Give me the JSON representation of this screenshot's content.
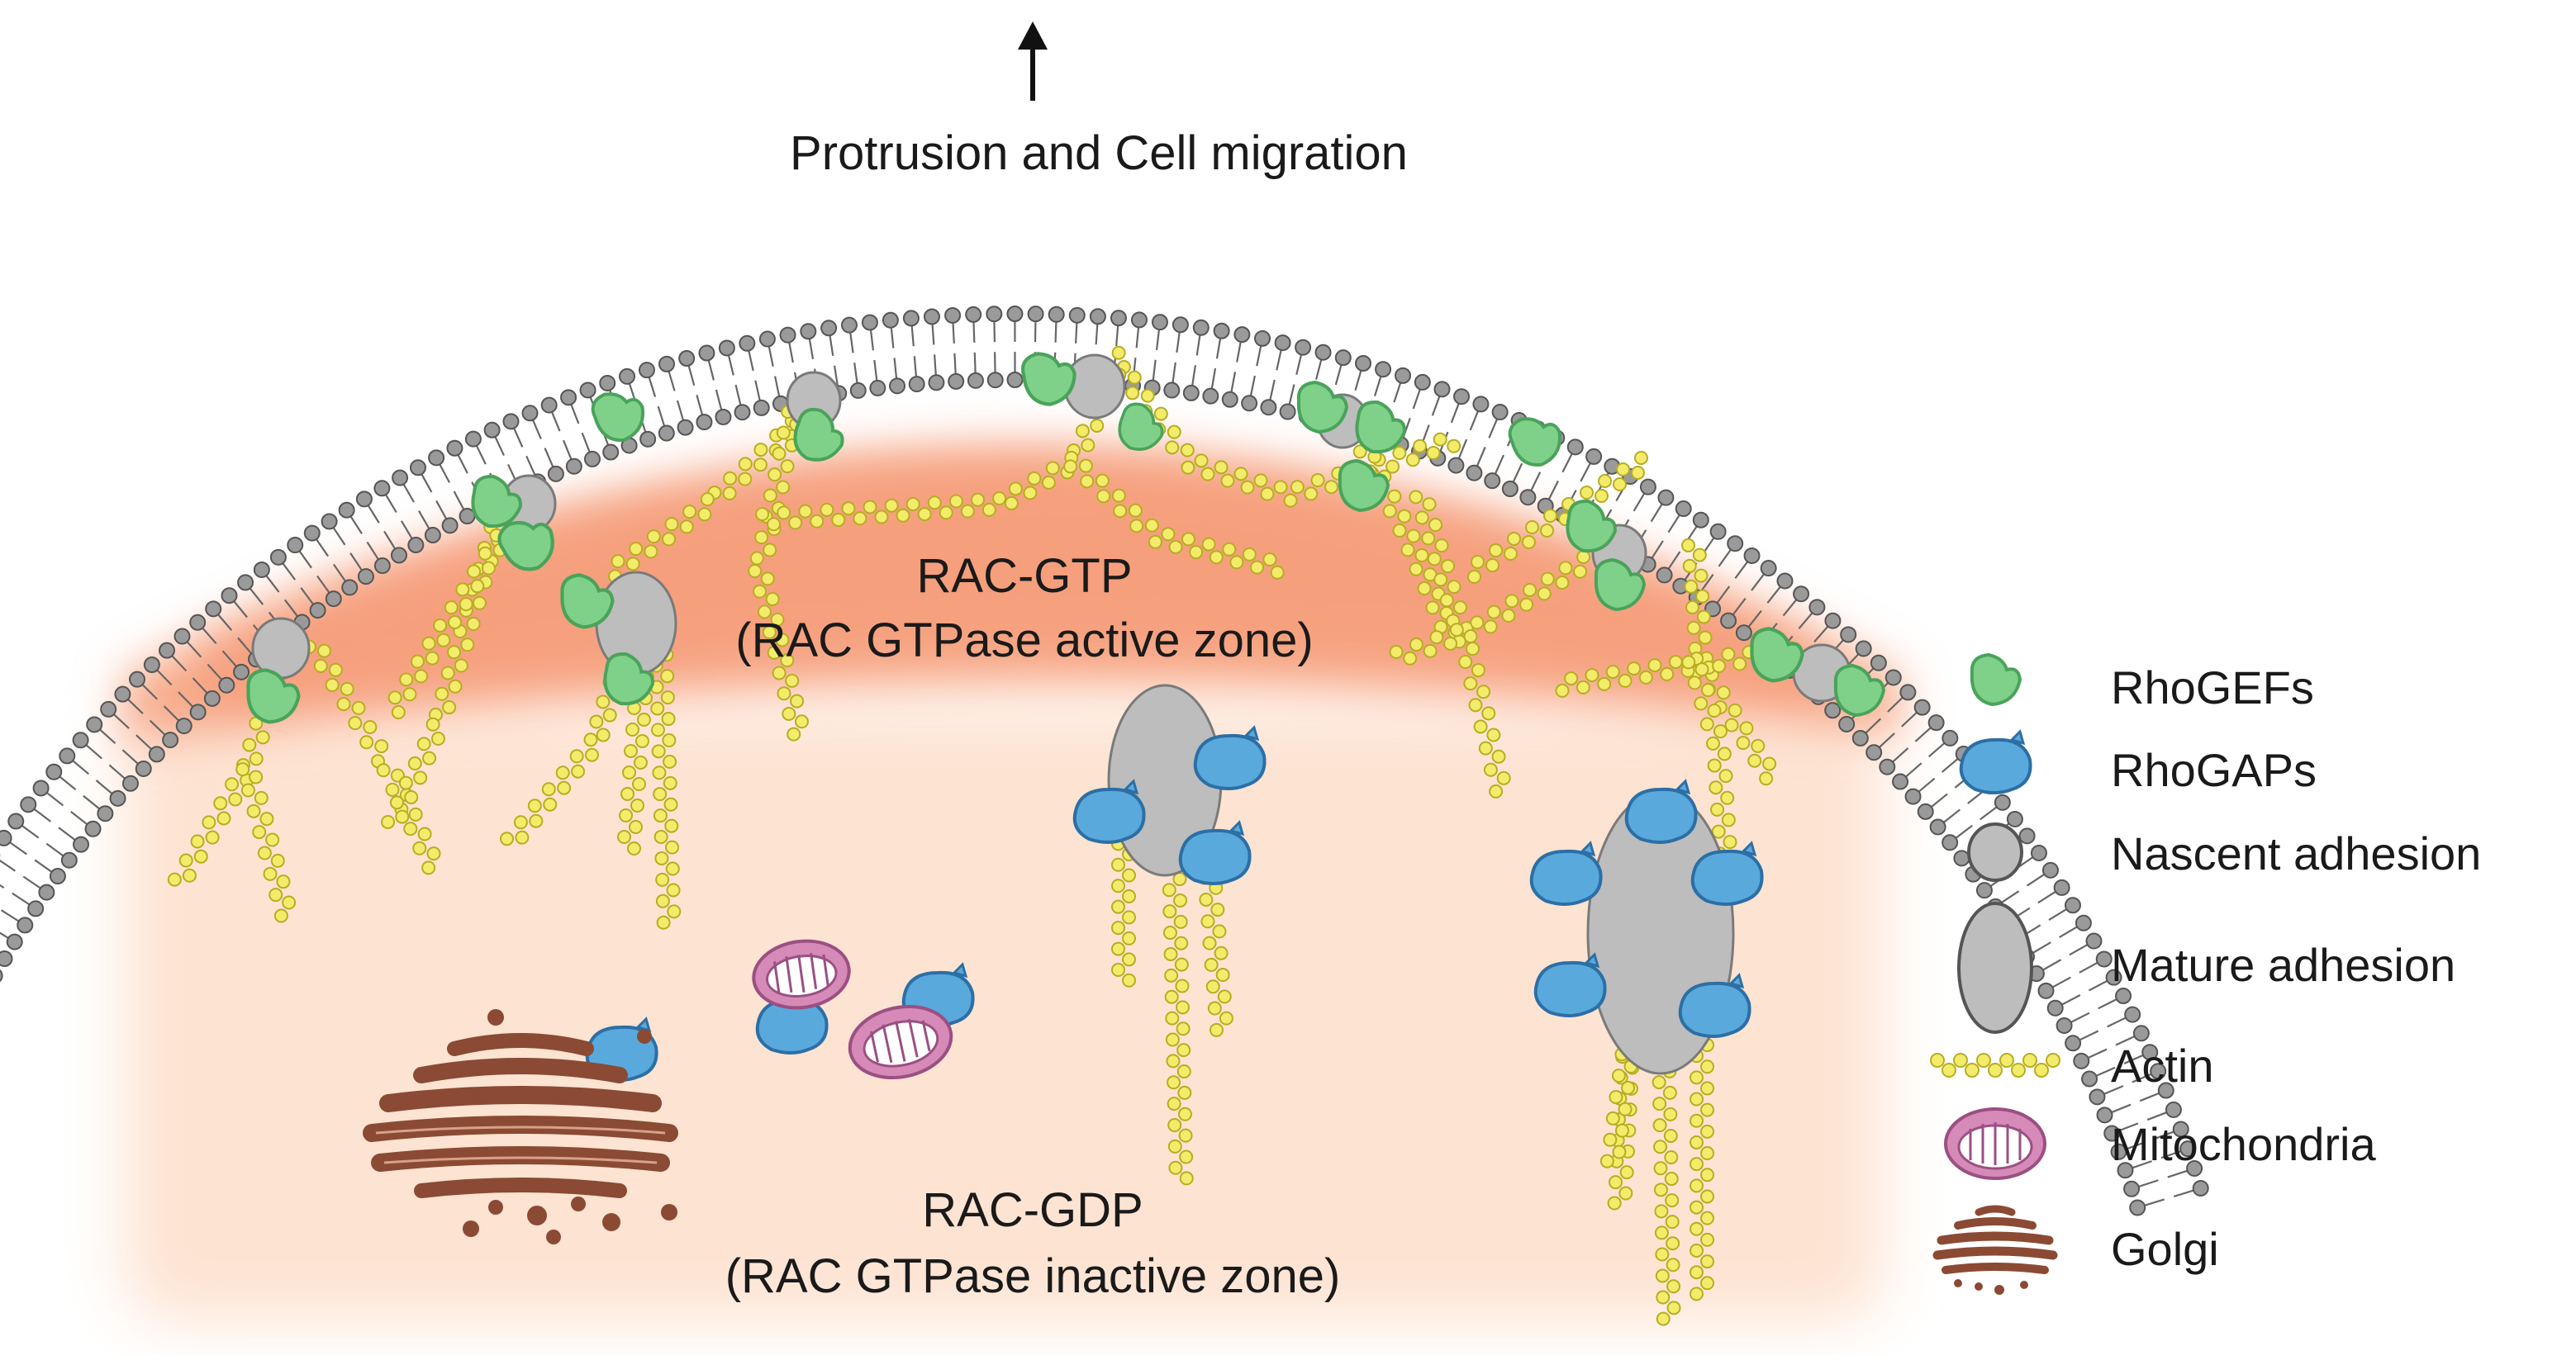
{
  "header": {
    "title": "Protrusion and Cell migration"
  },
  "zones": {
    "active_line1": "RAC-GTP",
    "active_line2": "(RAC GTPase active zone)",
    "inactive_line1": "RAC-GDP",
    "inactive_line2": "(RAC GTPase inactive zone)"
  },
  "legend": {
    "items": [
      {
        "label": "RhoGEFs",
        "icon": "rhogef-icon"
      },
      {
        "label": "RhoGAPs",
        "icon": "rhogap-icon"
      },
      {
        "label": "Nascent adhesion",
        "icon": "nascent-adhesion-icon"
      },
      {
        "label": "Mature adhesion",
        "icon": "mature-adhesion-icon"
      },
      {
        "label": "Actin",
        "icon": "actin-icon"
      },
      {
        "label": "Mitochondria",
        "icon": "mitochondria-icon"
      },
      {
        "label": "Golgi",
        "icon": "golgi-icon"
      }
    ]
  },
  "colors": {
    "rhogef": "#7fd18a",
    "rhogap": "#5aa9dc",
    "adhesion": "#bdbdbd",
    "actin": "#f3ec6a",
    "mitochondria": "#d58ab8",
    "golgi": "#8b4a33",
    "active_zone": "#f7a988",
    "inactive_zone": "#fde3d2"
  }
}
